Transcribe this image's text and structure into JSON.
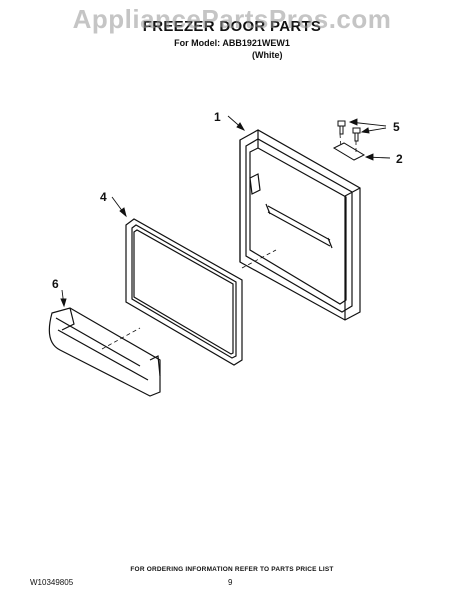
{
  "header": {
    "watermark": "AppliancePartsPros.com",
    "title": "FREEZER DOOR PARTS",
    "model_line": "For Model: ABB1921WEW1",
    "color_line": "(White)"
  },
  "callouts": [
    {
      "id": "part-1",
      "label": "1"
    },
    {
      "id": "part-2",
      "label": "2"
    },
    {
      "id": "part-4",
      "label": "4"
    },
    {
      "id": "part-5",
      "label": "5"
    },
    {
      "id": "part-6",
      "label": "6"
    }
  ],
  "footer": {
    "ordering_note": "FOR ORDERING INFORMATION REFER TO PARTS PRICE LIST",
    "document_id": "W10349805",
    "page_number": "9"
  }
}
